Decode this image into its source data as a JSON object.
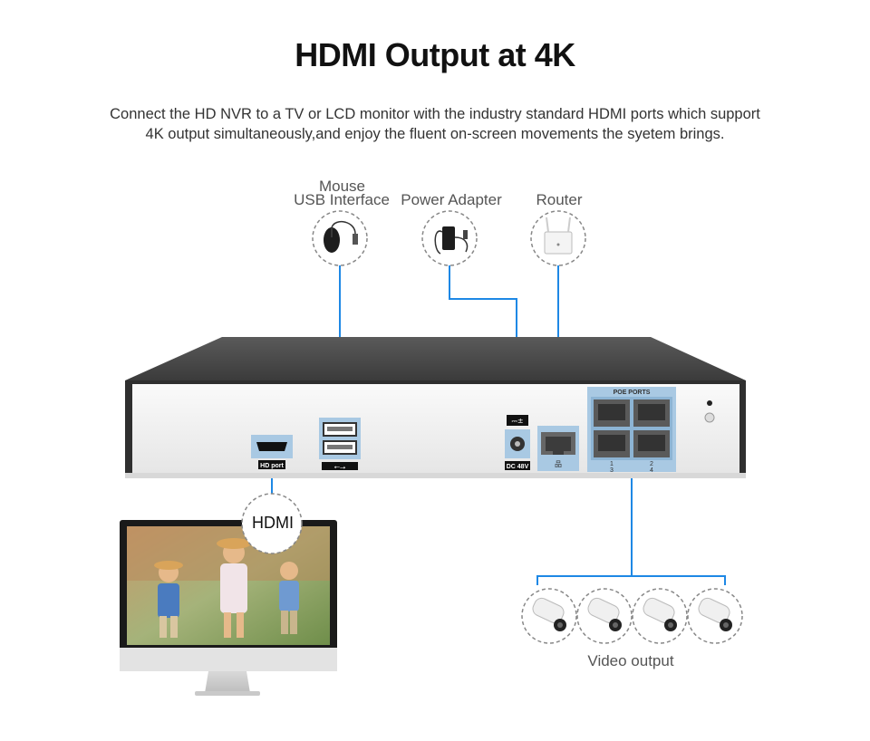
{
  "heading": "HDMI Output at 4K",
  "description_line1": "Connect the HD NVR to a TV or LCD monitor with the industry standard HDMI ports which support",
  "description_line2": "4K output simultaneously,and enjoy the fluent on-screen movements the syetem brings.",
  "labels": {
    "mouse": "Mouse",
    "usb_interface": "USB Interface",
    "power_adapter": "Power Adapter",
    "router": "Router",
    "video_output": "Video output",
    "hdmi": "HDMI"
  },
  "port_labels": {
    "hd_port": "HD port",
    "dc": "DC 48V",
    "poe_ports": "POE PORTS",
    "poe_numbers": [
      "1",
      "2",
      "3",
      "4"
    ]
  },
  "colors": {
    "connector_line": "#1e88e5",
    "panel_body": "#3a3a3a",
    "panel_face": "#f2f2f2",
    "port_blue": "#a9c9e3"
  }
}
